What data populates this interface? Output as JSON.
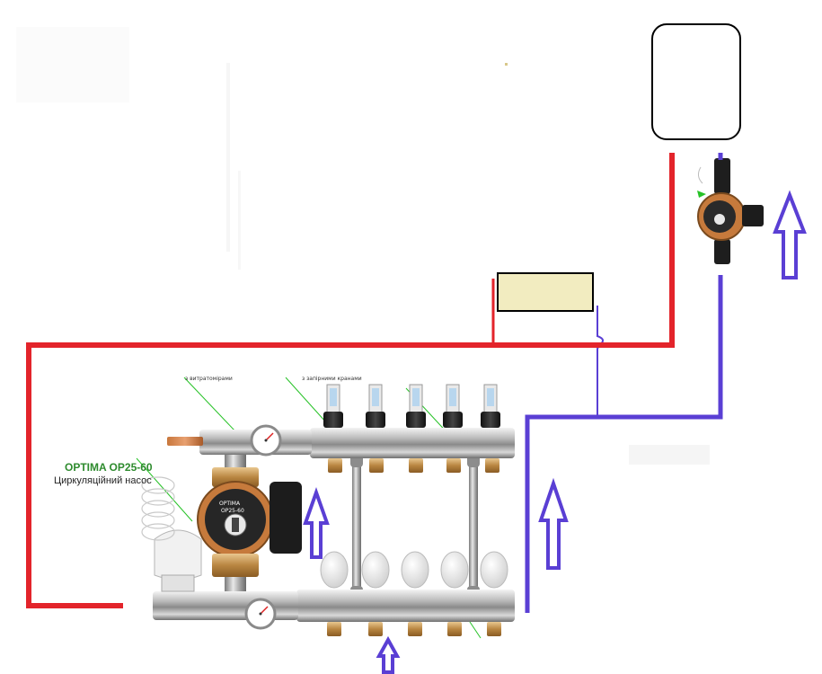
{
  "colors": {
    "supply_pipe": "#e3242b",
    "return_pipe": "#5a3fd4",
    "arrow_outline": "#5a3fd4",
    "mixing_box_fill": "#f2ecc0",
    "boiler_fill": "#ffffff",
    "leader_line": "#27c227"
  },
  "icons": [
    "boiler-box",
    "circulation-pump-icon",
    "flow-arrow-up-icon",
    "manifold",
    "thermostatic-head-icon",
    "pressure-gauge-icon",
    "flow-meter-icon"
  ],
  "manifold_panel": {
    "pump_brand": "OPTIMA OP25-60",
    "pump_caption": "Циркуляційний насос",
    "pump_face_brand": "OPTIMA",
    "pump_face_model": "OP25-60",
    "callout_left": "з витратомірами",
    "callout_right": "з запірними кранами"
  }
}
